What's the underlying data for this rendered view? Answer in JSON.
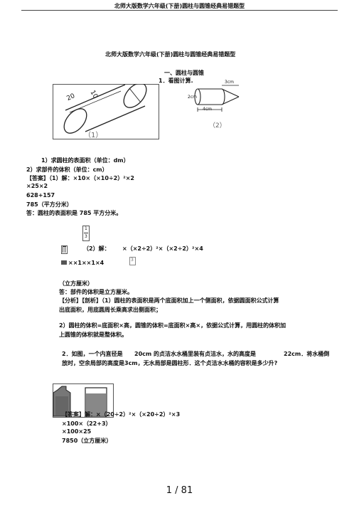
{
  "header": {
    "running_title": "北师大版数学六年级(下册)圆柱与圆锥经典易错题型"
  },
  "doc_title": "北师大版数学六年级(下册)圆柱与圆锥经典易错题型",
  "section": "一、圆柱与圆锥",
  "q1": {
    "heading": "1．看图计算.",
    "figure1": {
      "dim_a": "20",
      "dim_b": "10",
      "caption": "（1）"
    },
    "figure2": {
      "dim_top": "3cm",
      "dim_left": "2cm",
      "dim_bottom": "4cm",
      "caption": "（2）"
    },
    "lines": [
      "1）求圆柱的表面积（单位：dm）",
      "2）求部件的体积（单位：cm）",
      "【答案】（1）解：×10×（×10÷2）²×2",
      "×25×2",
      "628+157",
      "785（平方分米）",
      "答：圆柱的表面积是 785 平方分米。"
    ],
    "part2": {
      "frac_num": "1",
      "frac_den": "3",
      "solve_label": "（2）解：",
      "solve_expr": "×（×2÷2）²×（×2÷2）²×4",
      "frac2_den": "3",
      "expr2": "××1××1×4",
      "unit": "（立方厘米）",
      "answer": "答：部件的体积是立方厘米。",
      "analysis_1": "【分析】【剖析】（1）圆柱的表面积是两个底面积加上一个侧面积，依据圆面积公式计算",
      "analysis_2": "出底面积，用底圆周长乘高求出侧面积；",
      "analysis_3": "2）圆柱的体积=底面积×高，圆锥的体积=底面积×高×，依据公式计算，用圆柱的体积加",
      "analysis_4": "上圆锥的体积就是整体积。"
    }
  },
  "q2": {
    "line_1a": "2．如图，一个内直径是",
    "line_1b": "20cm 的贞洁水水桶里装有贞洁水，水的高度是",
    "line_1c": "22cm．将水桶倒",
    "line_2": "放时，空余局部的高度是3cm，无水局部是圆柱形．这个贞洁水水桶的容积是多少升?",
    "answer_lines": [
      "【答案】解：×（20÷2）²×（×20÷2）²×3",
      "×100×（22+3）",
      "×100×25",
      "7850（立方厘米）"
    ]
  },
  "footer": {
    "page": "1 / 81"
  }
}
